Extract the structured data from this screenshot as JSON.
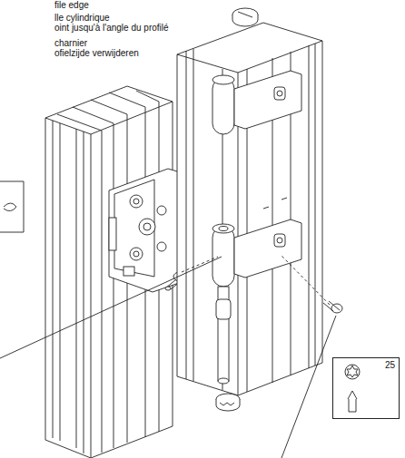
{
  "diagram": {
    "nodes": [
      {
        "text": [
          "25"
        ]
      }
    ],
    "labels": [
      "file edge",
      "lle cylindrique",
      "oint jusqu'à l'angle du profilé",
      "charnier",
      "ofielzijde verwijderen"
    ]
  }
}
